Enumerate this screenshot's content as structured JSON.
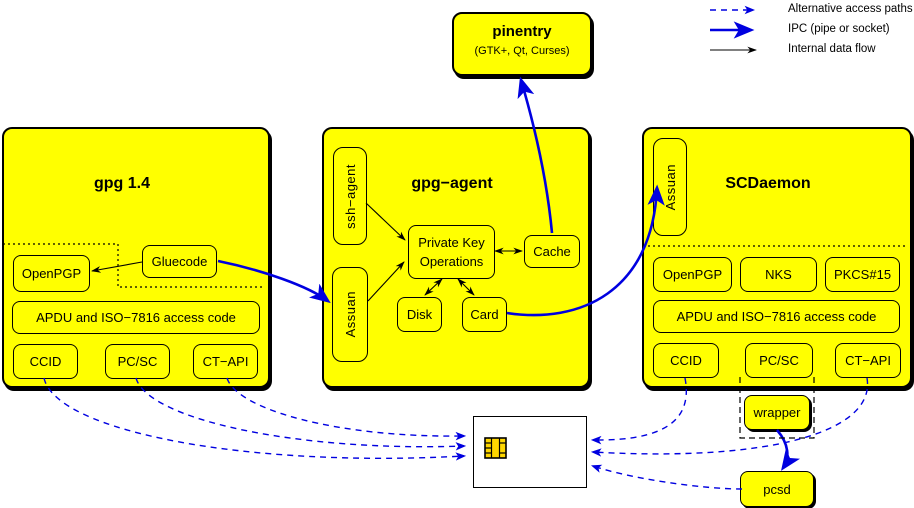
{
  "legend": {
    "alt_paths": "Alternative access paths",
    "ipc": "IPC (pipe or socket)",
    "internal": "Internal data flow"
  },
  "pinentry": {
    "title": "pinentry",
    "subtitle": "(GTK+, Qt, Curses)"
  },
  "gpg14": {
    "title": "gpg 1.4",
    "openpgp": "OpenPGP",
    "gluecode": "Gluecode",
    "apdu": "APDU and ISO−7816 access code",
    "ccid": "CCID",
    "pcsc": "PC/SC",
    "ctapi": "CT−API"
  },
  "gpg_agent": {
    "title": "gpg−agent",
    "ssh_agent": "ssh−agent",
    "assuan": "Assuan",
    "pko_line1": "Private Key",
    "pko_line2": "Operations",
    "cache": "Cache",
    "disk": "Disk",
    "card": "Card"
  },
  "scdaemon": {
    "title": "SCDaemon",
    "assuan": "Assuan",
    "openpgp": "OpenPGP",
    "nks": "NKS",
    "pkcs15": "PKCS#15",
    "apdu": "APDU and ISO−7816 access code",
    "ccid": "CCID",
    "pcsc": "PC/SC",
    "ctapi": "CT−API"
  },
  "peripherals": {
    "wrapper": "wrapper",
    "pcsd": "pcsd"
  },
  "colors": {
    "background": "#ffffff",
    "box_fill": "#ffff00",
    "border": "#000000",
    "ipc": "#0000e0",
    "alt_path": "#0000e0",
    "chip": "#ffd700"
  }
}
